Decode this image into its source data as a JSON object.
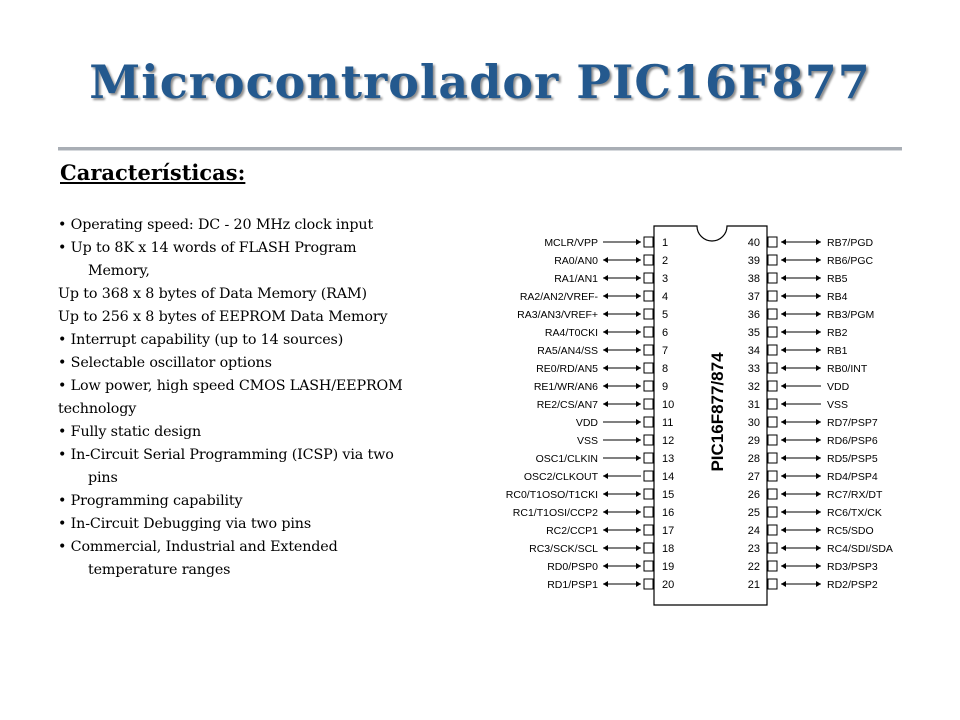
{
  "slide": {
    "title": "Microcontrolador PIC16F877",
    "subtitle": "Características:",
    "features": [
      {
        "text": "• Operating speed: DC - 20 MHz clock input",
        "indent": false
      },
      {
        "text": "• Up to 8K x 14 words of FLASH Program",
        "indent": false
      },
      {
        "text": "Memory,",
        "indent": true
      },
      {
        "text": "Up to 368 x 8 bytes of Data Memory (RAM)",
        "indent": false
      },
      {
        "text": "Up to 256 x 8 bytes of EEPROM Data Memory",
        "indent": false
      },
      {
        "text": "• Interrupt capability (up to 14 sources)",
        "indent": false
      },
      {
        "text": "• Selectable oscillator options",
        "indent": false
      },
      {
        "text": "• Low power, high speed CMOS LASH/EEPROM",
        "indent": false
      },
      {
        "text": "technology",
        "indent": false
      },
      {
        "text": "• Fully static design",
        "indent": false
      },
      {
        "text": "• In-Circuit Serial Programming (ICSP) via two",
        "indent": false
      },
      {
        "text": "pins",
        "indent": true
      },
      {
        "text": "• Programming capability",
        "indent": false
      },
      {
        "text": "• In-Circuit Debugging via two pins",
        "indent": false
      },
      {
        "text": "• Commercial, Industrial and Extended",
        "indent": false
      },
      {
        "text": "temperature ranges",
        "indent": true
      }
    ]
  },
  "pinout": {
    "chip_label": "PIC16F877/874",
    "left_pins": [
      {
        "num": "1",
        "label": "MCLR/VPP",
        "dir": "in"
      },
      {
        "num": "2",
        "label": "RA0/AN0",
        "dir": "bi"
      },
      {
        "num": "3",
        "label": "RA1/AN1",
        "dir": "bi"
      },
      {
        "num": "4",
        "label": "RA2/AN2/VREF-",
        "dir": "bi"
      },
      {
        "num": "5",
        "label": "RA3/AN3/VREF+",
        "dir": "bi"
      },
      {
        "num": "6",
        "label": "RA4/T0CKI",
        "dir": "bi"
      },
      {
        "num": "7",
        "label": "RA5/AN4/SS",
        "dir": "bi"
      },
      {
        "num": "8",
        "label": "RE0/RD/AN5",
        "dir": "bi"
      },
      {
        "num": "9",
        "label": "RE1/WR/AN6",
        "dir": "bi"
      },
      {
        "num": "10",
        "label": "RE2/CS/AN7",
        "dir": "bi"
      },
      {
        "num": "11",
        "label": "VDD",
        "dir": "in"
      },
      {
        "num": "12",
        "label": "VSS",
        "dir": "in"
      },
      {
        "num": "13",
        "label": "OSC1/CLKIN",
        "dir": "in"
      },
      {
        "num": "14",
        "label": "OSC2/CLKOUT",
        "dir": "out"
      },
      {
        "num": "15",
        "label": "RC0/T1OSO/T1CKI",
        "dir": "bi"
      },
      {
        "num": "16",
        "label": "RC1/T1OSI/CCP2",
        "dir": "bi"
      },
      {
        "num": "17",
        "label": "RC2/CCP1",
        "dir": "bi"
      },
      {
        "num": "18",
        "label": "RC3/SCK/SCL",
        "dir": "bi"
      },
      {
        "num": "19",
        "label": "RD0/PSP0",
        "dir": "bi"
      },
      {
        "num": "20",
        "label": "RD1/PSP1",
        "dir": "bi"
      }
    ],
    "right_pins": [
      {
        "num": "40",
        "label": "RB7/PGD",
        "dir": "bi"
      },
      {
        "num": "39",
        "label": "RB6/PGC",
        "dir": "bi"
      },
      {
        "num": "38",
        "label": "RB5",
        "dir": "bi"
      },
      {
        "num": "37",
        "label": "RB4",
        "dir": "bi"
      },
      {
        "num": "36",
        "label": "RB3/PGM",
        "dir": "bi"
      },
      {
        "num": "35",
        "label": "RB2",
        "dir": "bi"
      },
      {
        "num": "34",
        "label": "RB1",
        "dir": "bi"
      },
      {
        "num": "33",
        "label": "RB0/INT",
        "dir": "bi"
      },
      {
        "num": "32",
        "label": "VDD",
        "dir": "in"
      },
      {
        "num": "31",
        "label": "VSS",
        "dir": "in"
      },
      {
        "num": "30",
        "label": "RD7/PSP7",
        "dir": "bi"
      },
      {
        "num": "29",
        "label": "RD6/PSP6",
        "dir": "bi"
      },
      {
        "num": "28",
        "label": "RD5/PSP5",
        "dir": "bi"
      },
      {
        "num": "27",
        "label": "RD4/PSP4",
        "dir": "bi"
      },
      {
        "num": "26",
        "label": "RC7/RX/DT",
        "dir": "bi"
      },
      {
        "num": "25",
        "label": "RC6/TX/CK",
        "dir": "bi"
      },
      {
        "num": "24",
        "label": "RC5/SDO",
        "dir": "bi"
      },
      {
        "num": "23",
        "label": "RC4/SDI/SDA",
        "dir": "bi"
      },
      {
        "num": "22",
        "label": "RD3/PSP3",
        "dir": "bi"
      },
      {
        "num": "21",
        "label": "RD2/PSP2",
        "dir": "bi"
      }
    ]
  }
}
